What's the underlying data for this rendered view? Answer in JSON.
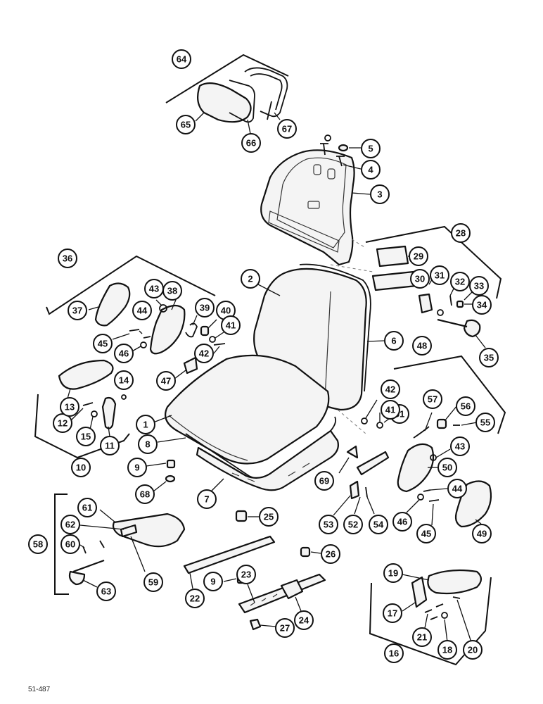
{
  "figure_reference": "51-487",
  "callouts": {
    "c1": "1",
    "c2": "2",
    "c3": "3",
    "c4": "4",
    "c5": "5",
    "c6": "6",
    "c7": "7",
    "c8": "8",
    "c9a": "9",
    "c9b": "9",
    "c10": "10",
    "c11": "11",
    "c12": "12",
    "c13": "13",
    "c14": "14",
    "c15": "15",
    "c16": "16",
    "c17": "17",
    "c18": "18",
    "c19": "19",
    "c20": "20",
    "c21": "21",
    "c22": "22",
    "c23": "23",
    "c24": "24",
    "c25": "25",
    "c26": "26",
    "c27": "27",
    "c28": "28",
    "c29": "29",
    "c30": "30",
    "c31": "31",
    "c32": "32",
    "c33": "33",
    "c34": "34",
    "c35": "35",
    "c36": "36",
    "c37": "37",
    "c38": "38",
    "c39": "39",
    "c40": "40",
    "c41a": "41",
    "c41b": "41",
    "c42a": "42",
    "c42b": "42",
    "c43a": "43",
    "c43b": "43",
    "c44a": "44",
    "c44b": "44",
    "c45a": "45",
    "c45b": "45",
    "c46a": "46",
    "c46b": "46",
    "c47": "47",
    "c48": "48",
    "c49": "49",
    "c50": "50",
    "c51": "51",
    "c52": "52",
    "c53": "53",
    "c54": "54",
    "c55": "55",
    "c56": "56",
    "c57": "57",
    "c58": "58",
    "c59": "59",
    "c60": "60",
    "c61": "61",
    "c62": "62",
    "c63": "63",
    "c64": "64",
    "c65": "65",
    "c66": "66",
    "c67": "67",
    "c68": "68",
    "c69": "69"
  }
}
